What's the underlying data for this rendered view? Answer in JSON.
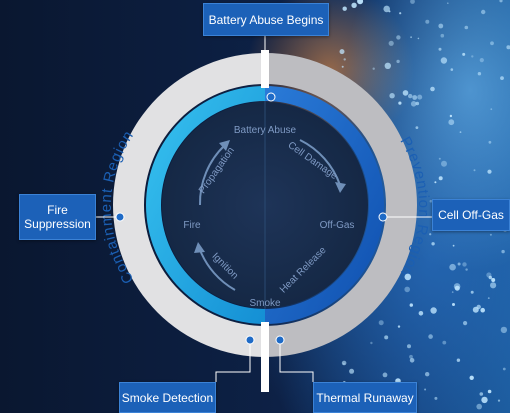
{
  "callouts": {
    "top": "Battery Abuse Begins",
    "left": "Fire Suppression",
    "right": "Cell Off-Gas",
    "bottom_left": "Smoke Detection",
    "bottom_right": "Thermal Runaway"
  },
  "regions": {
    "left": "Containment Region",
    "right": "Prevention Region"
  },
  "stages": {
    "battery_abuse": "Battery Abuse",
    "cell_damage": "Cell Damage",
    "off_gas": "Off-Gas",
    "heat_release": "Heat Release",
    "smoke": "Smoke",
    "ignition": "Ignition",
    "fire": "Fire",
    "propagation": "Propagation"
  },
  "colors": {
    "outer_ring": "#d3d3d5",
    "inner_ring_light": "#2eb8ec",
    "inner_ring_dark": "#1666c5",
    "callout_fill": "#1c61b8",
    "region_text": "#1b5fb3"
  }
}
